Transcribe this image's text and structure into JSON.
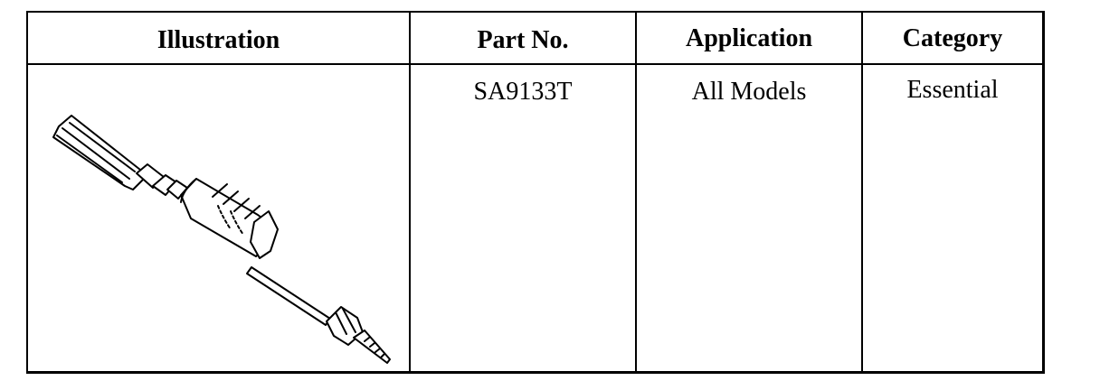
{
  "table": {
    "headers": [
      "Illustration",
      "Part No.",
      "Application",
      "Category"
    ],
    "rows": [
      {
        "illustration": "slide-hammer-puller-tool-icon",
        "part_no": "SA9133T",
        "application": "All Models",
        "category": "Essential"
      }
    ]
  }
}
